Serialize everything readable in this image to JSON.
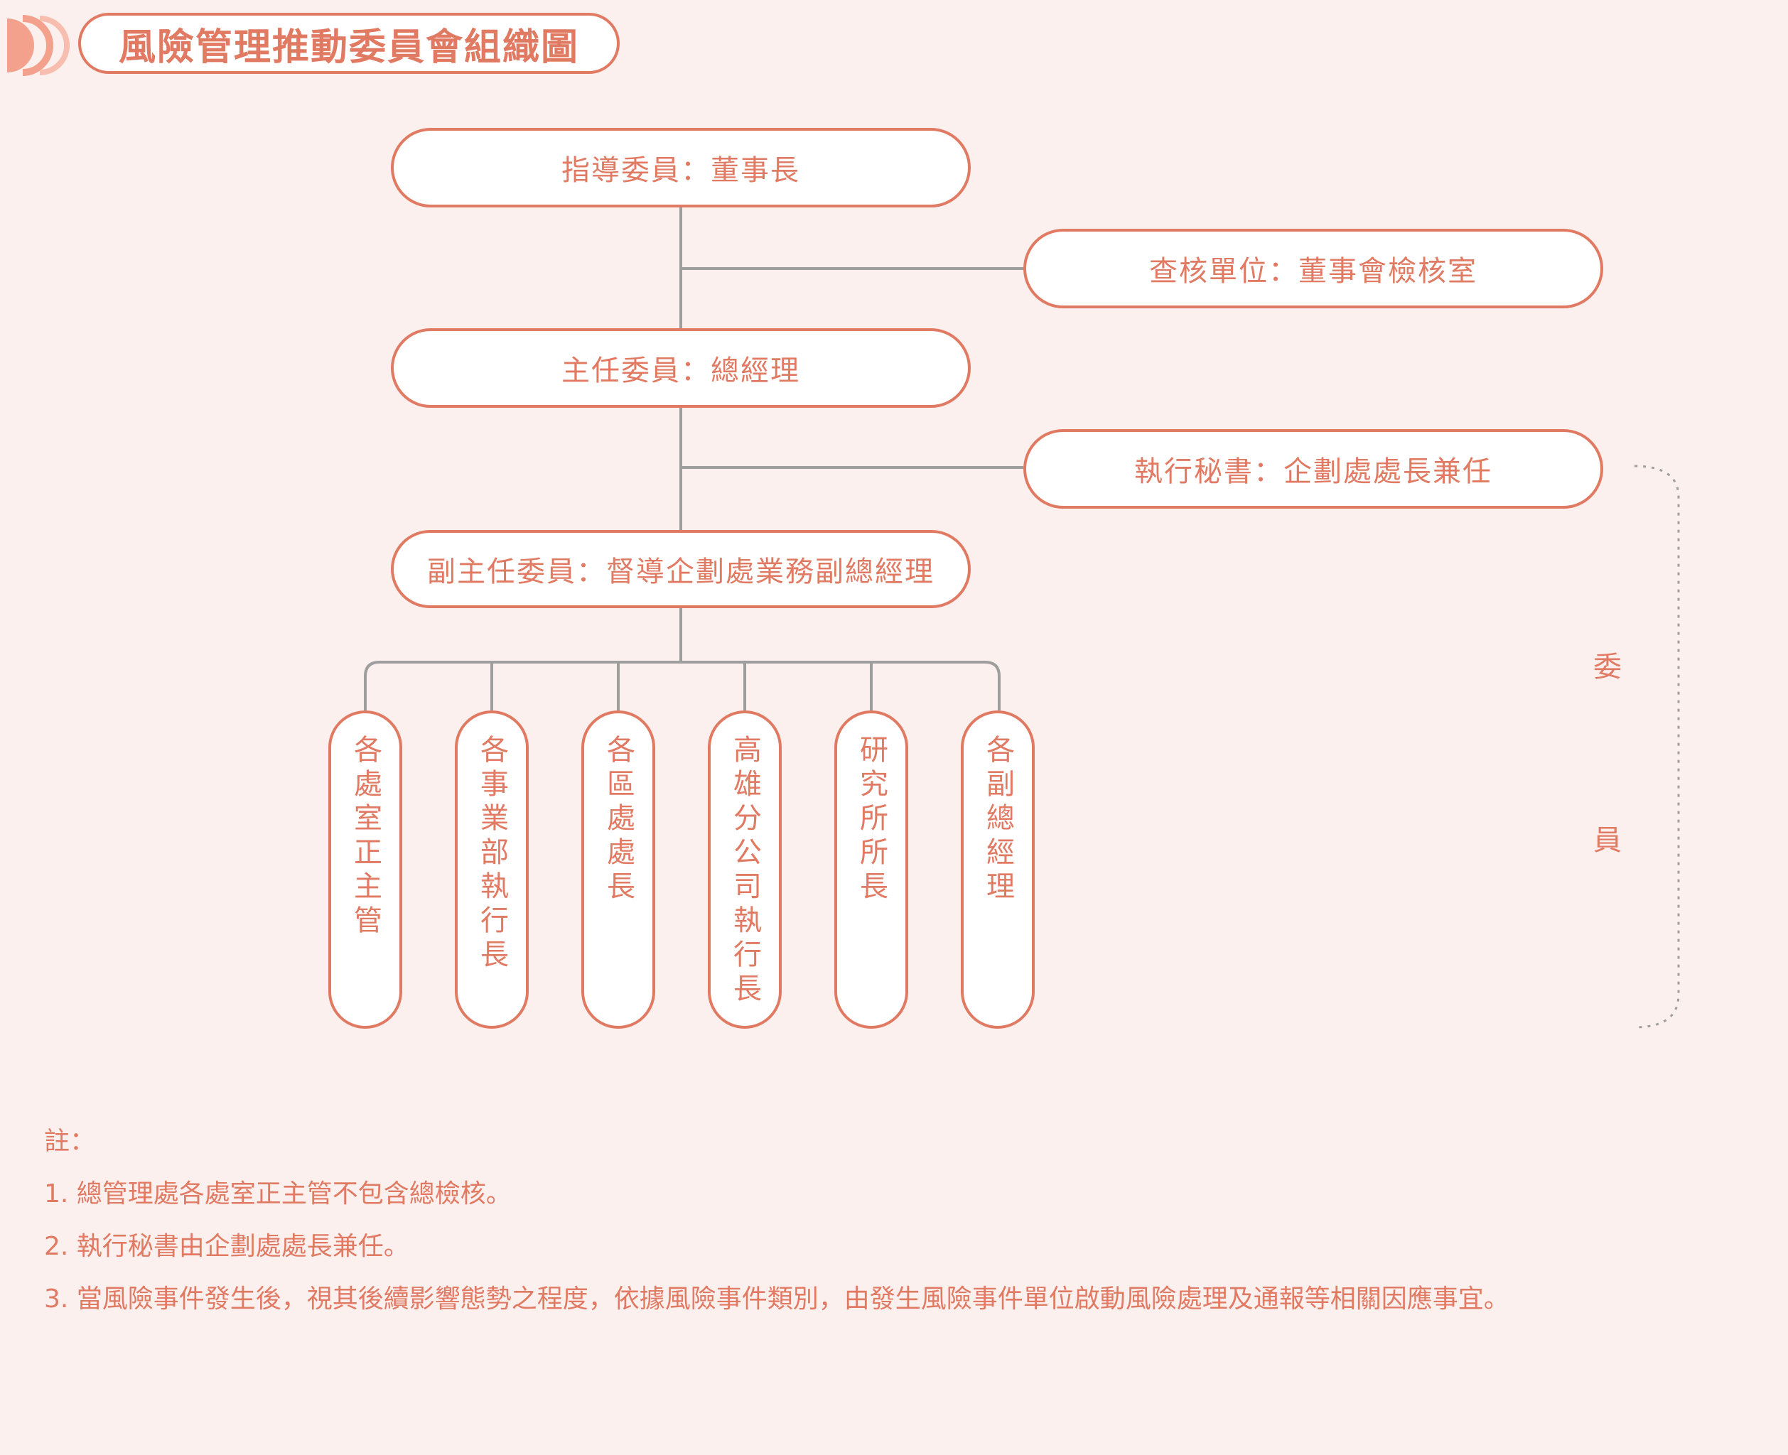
{
  "header": {
    "title": "風險管理推動委員會組織圖",
    "icon": "chevrons-icon"
  },
  "org": {
    "director": "指導委員：董事長",
    "audit": "查核單位：董事會檢核室",
    "chair": "主任委員：總經理",
    "secretary": "執行秘書：企劃處處長兼任",
    "vice_chair": "副主任委員：督導企劃處業務副總經理",
    "members": [
      "各處室正主管",
      "各事業部執行長",
      "各區處處長",
      "高雄分公司執行長",
      "研究所所長",
      "各副總經理"
    ],
    "committee_label": [
      "委",
      "員"
    ]
  },
  "notes": {
    "heading": "註：",
    "items": [
      "1. 總管理處各處室正主管不包含總檢核。",
      "2. 執行秘書由企劃處處長兼任。",
      "3. 當風險事件發生後，視其後續影響態勢之程度，依據風險事件類別，由發生風險事件單位啟動風險處理及通報等相關因應事宜。"
    ]
  },
  "colors": {
    "accent": "#e17a63",
    "background": "#fcf0ee",
    "connector": "#9e9e9e",
    "box_fill": "#ffffff"
  }
}
